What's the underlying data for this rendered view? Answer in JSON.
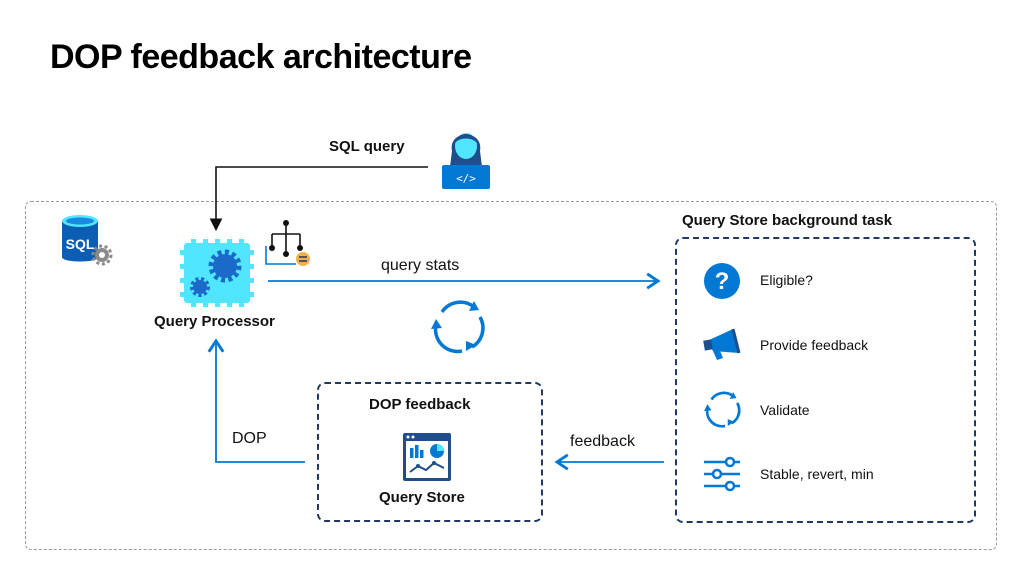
{
  "title": "DOP feedback architecture",
  "labels": {
    "sql_query": "SQL query",
    "query_processor": "Query Processor",
    "query_stats": "query stats",
    "dop": "DOP",
    "feedback": "feedback",
    "dop_feedback_title": "DOP feedback",
    "query_store": "Query Store",
    "qs_background_task": "Query Store background task",
    "sql_icon_text": "SQL"
  },
  "task_steps": [
    {
      "label": "Eligible?",
      "icon": "question-icon"
    },
    {
      "label": "Provide feedback",
      "icon": "megaphone-icon"
    },
    {
      "label": "Validate",
      "icon": "refresh-icon"
    },
    {
      "label": "Stable, revert, min",
      "icon": "sliders-icon"
    }
  ],
  "colors": {
    "accent_blue": "#0078d4",
    "navy": "#1f3864",
    "cyan": "#50e6ff",
    "gear_blue": "#1b6ac9",
    "dashed_gray": "#9a9a9a"
  }
}
